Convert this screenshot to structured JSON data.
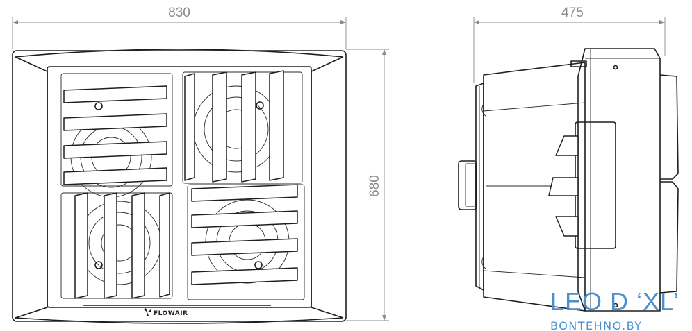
{
  "dimensions": {
    "front_width": "830",
    "side_depth": "475",
    "height": "680"
  },
  "brand": "FLOWAIR",
  "model_title": "LEO D ‘XL’",
  "website": "BONTEHNO.BY",
  "colors": {
    "dimension_gray": "#8a8a8a",
    "line_black": "#1e1e1e",
    "title_blue": "#4a8fd0"
  },
  "icons": [
    "fan-logo-icon"
  ]
}
